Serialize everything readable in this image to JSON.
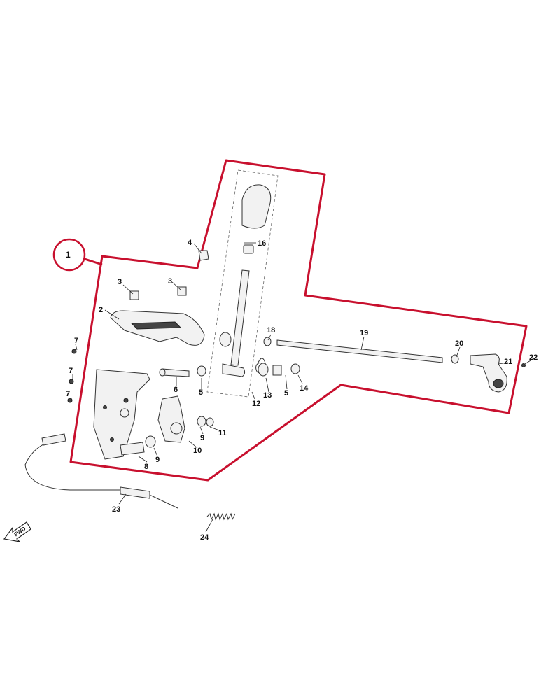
{
  "parts": [
    {
      "id": "p1",
      "label": "1"
    },
    {
      "id": "p2",
      "label": "2"
    },
    {
      "id": "p3a",
      "label": "3"
    },
    {
      "id": "p3b",
      "label": "3"
    },
    {
      "id": "p4",
      "label": "4"
    },
    {
      "id": "p5a",
      "label": "5"
    },
    {
      "id": "p5b",
      "label": "5"
    },
    {
      "id": "p6",
      "label": "6"
    },
    {
      "id": "p7a",
      "label": "7"
    },
    {
      "id": "p7b",
      "label": "7"
    },
    {
      "id": "p7c",
      "label": "7"
    },
    {
      "id": "p8",
      "label": "8"
    },
    {
      "id": "p9a",
      "label": "9"
    },
    {
      "id": "p9b",
      "label": "9"
    },
    {
      "id": "p10",
      "label": "10"
    },
    {
      "id": "p11",
      "label": "11"
    },
    {
      "id": "p12",
      "label": "12"
    },
    {
      "id": "p13",
      "label": "13"
    },
    {
      "id": "p14",
      "label": "14"
    },
    {
      "id": "p16",
      "label": "16"
    },
    {
      "id": "p18",
      "label": "18"
    },
    {
      "id": "p19",
      "label": "19"
    },
    {
      "id": "p20",
      "label": "20"
    },
    {
      "id": "p21",
      "label": "21"
    },
    {
      "id": "p22",
      "label": "22"
    },
    {
      "id": "p23",
      "label": "23"
    },
    {
      "id": "p24",
      "label": "24"
    }
  ],
  "fwd_label": "FWD",
  "colors": {
    "outline": "#c8102e",
    "line": "#222222"
  }
}
